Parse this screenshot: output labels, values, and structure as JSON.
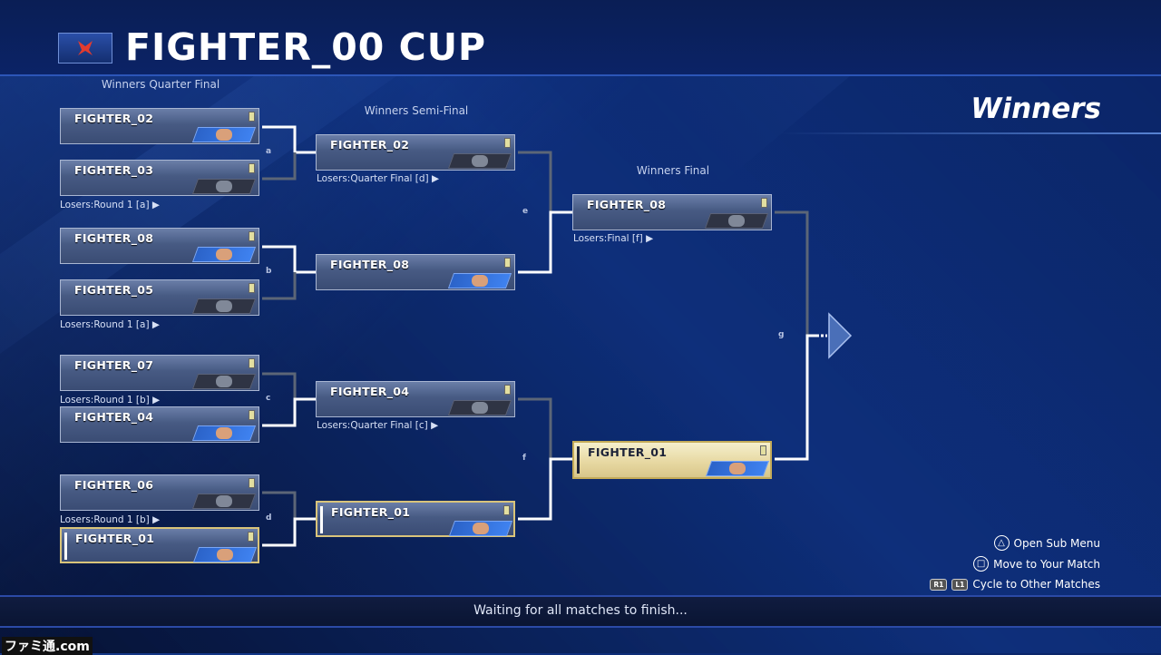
{
  "header": {
    "title": "FIGHTER_00 CUP",
    "section": "Winners"
  },
  "rounds": {
    "quarter": "Winners Quarter Final",
    "semi": "Winners Semi-Final",
    "final": "Winners Final"
  },
  "matches": {
    "qf1": {
      "top": "FIGHTER_02",
      "bottom": "FIGHTER_03",
      "note": "Losers:Round 1 [a] ▶",
      "letter": "a"
    },
    "qf2": {
      "top": "FIGHTER_08",
      "bottom": "FIGHTER_05",
      "note": "Losers:Round 1 [a] ▶",
      "letter": "b"
    },
    "qf3": {
      "top": "FIGHTER_07",
      "bottom": "FIGHTER_04",
      "note": "Losers:Round 1 [b] ▶",
      "letter": "c"
    },
    "qf4": {
      "top": "FIGHTER_06",
      "bottom": "FIGHTER_01",
      "note": "Losers:Round 1 [b] ▶",
      "letter": "d"
    },
    "sf1": {
      "top": "FIGHTER_02",
      "bottom": "FIGHTER_08",
      "note": "Losers:Quarter Final [d] ▶",
      "letter": "e"
    },
    "sf2": {
      "top": "FIGHTER_04",
      "bottom": "FIGHTER_01",
      "note": "Losers:Quarter Final [c] ▶",
      "letter": "f"
    },
    "final": {
      "top": "FIGHTER_08",
      "bottom": "FIGHTER_01",
      "note": "Losers:Final [f] ▶",
      "letter": "g"
    }
  },
  "help": {
    "sub_menu": "Open Sub Menu",
    "move": "Move to Your Match",
    "cycle": "Cycle to Other Matches",
    "btn_triangle": "△",
    "btn_square": "□",
    "btn_r1": "R1",
    "btn_l1": "L1"
  },
  "status": "Waiting for all matches to finish...",
  "watermark": "ファミ通.com",
  "colors": {
    "background": "#0c2a70",
    "connector": "#ffffff",
    "winner_gold": "#d9c47a"
  }
}
